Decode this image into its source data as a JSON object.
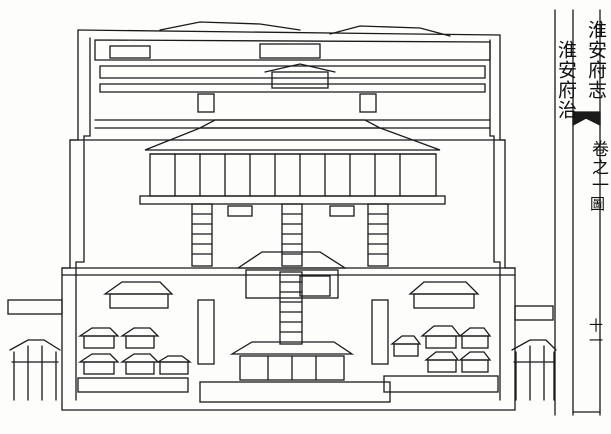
{
  "margin": {
    "book_title": "淮安府志",
    "chapter": "卷之一",
    "section": "圖",
    "folio": "十一"
  },
  "map": {
    "title": "淮安府治"
  }
}
